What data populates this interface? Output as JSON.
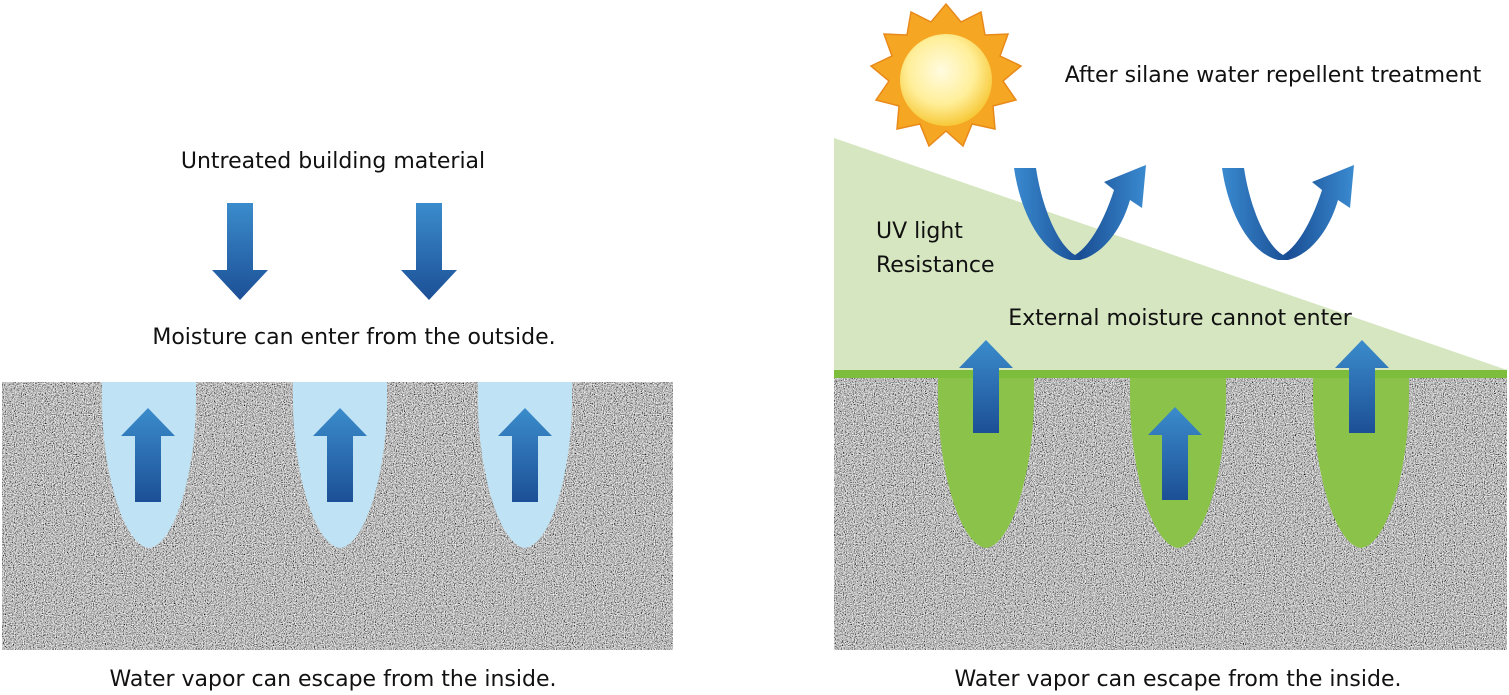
{
  "left_panel": {
    "title": "Untreated building material",
    "top_caption": "Moisture can enter from the outside.",
    "bottom_caption": "Water vapor can escape from the inside."
  },
  "right_panel": {
    "title": "After silane water repellent treatment",
    "uv_label_line1": "UV light",
    "uv_label_line2": "Resistance",
    "moisture_label": "External moisture cannot enter",
    "bottom_caption": "Water vapor can escape from the inside."
  },
  "colors": {
    "arrow_blue_dark": "#1f5ea8",
    "arrow_blue_light": "#3a89c9",
    "pore_untreated": "#bfe3f4",
    "pore_treated": "#8bc34a",
    "coating": "#d5e6c0",
    "coating_line": "#7cbd3b",
    "sun_outer": "#f5a623",
    "sun_inner": "#ffe98a"
  },
  "icons": [
    "sun-icon",
    "arrow-down-icon",
    "arrow-up-icon",
    "bounce-arrow-icon"
  ]
}
